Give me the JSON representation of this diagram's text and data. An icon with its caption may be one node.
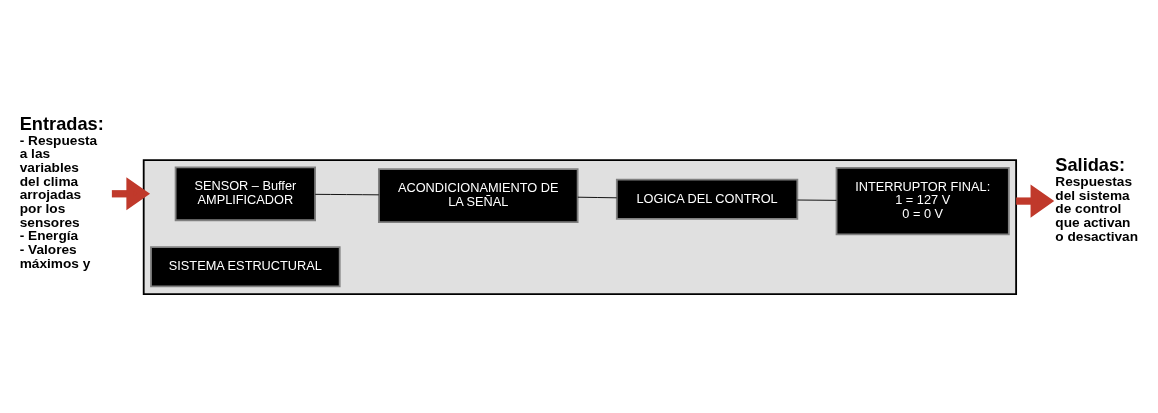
{
  "diagram": {
    "nodes": [
      {
        "text": [
          "Entradas:",
          "- Respuesta a las variables del clima arrojadas por los sensores",
          "- Energía",
          "- Valores máximos y"
        ]
      },
      {
        "text": [],
        "shape": "box"
      },
      {
        "text": [
          "SENSOR – Buffer AMPLIFICADOR"
        ],
        "in": 1
      },
      {
        "text": [
          "ACONDICIONAMIENTO DE LA SEÑAL"
        ],
        "in": 1
      },
      {
        "text": [
          "SISTEMA ESTRUCTURAL"
        ],
        "in": 1
      },
      {
        "text": [
          "LOGICA DEL CONTROL"
        ],
        "in": 1
      },
      {
        "text": [
          "INTERRUPTOR FINAL:",
          "1 = 127 V",
          "0 = 0 V"
        ],
        "in": 1
      },
      {
        "text": [
          "Salidas:",
          "Respuestas del sistema de control que activan o desactivan"
        ]
      }
    ],
    "edges": [
      {
        "from": 0,
        "to": 1,
        "arrow": "to",
        "style": "thick",
        "color": "#c0392b"
      },
      {
        "from": 2,
        "to": 3,
        "arrow": "none"
      },
      {
        "from": 3,
        "to": 5,
        "arrow": "none"
      },
      {
        "from": 5,
        "to": 6,
        "arrow": "none"
      },
      {
        "from": 1,
        "to": 7,
        "arrow": "to",
        "style": "thick",
        "color": "#c0392b"
      }
    ]
  }
}
